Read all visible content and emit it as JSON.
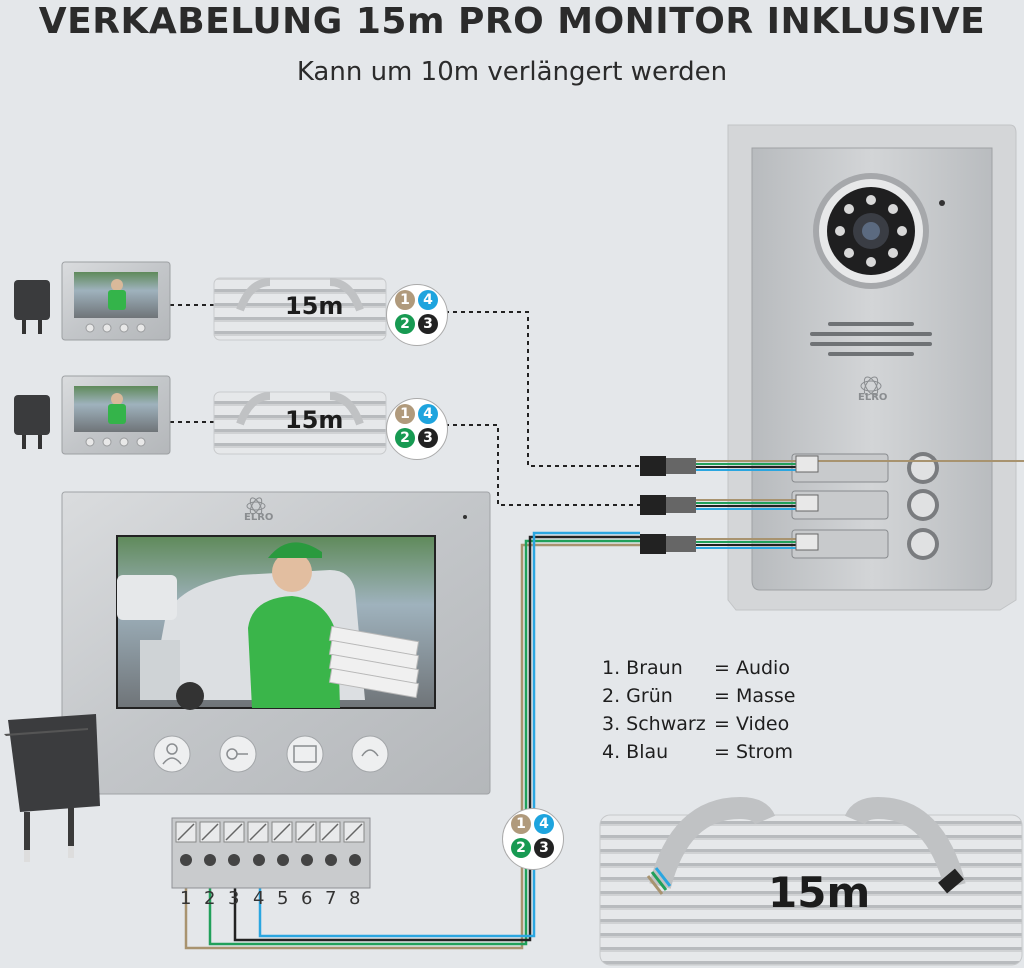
{
  "header": {
    "title": "VERKABELUNG 15m PRO MONITOR INKLUSIVE",
    "subtitle": "Kann um 10m verlängert werden"
  },
  "cables": [
    {
      "length": "15m"
    },
    {
      "length": "15m"
    },
    {
      "length": "15m"
    }
  ],
  "badges": [
    "1",
    "4",
    "2",
    "3"
  ],
  "badge_colors": {
    "1": "#b09a7c",
    "4": "#1ea4de",
    "2": "#179a52",
    "3": "#222222"
  },
  "legend": [
    {
      "number": "1. Braun",
      "function": "= Audio"
    },
    {
      "number": "2. Grün",
      "function": "= Masse"
    },
    {
      "number": "3. Schwarz",
      "function": "= Video"
    },
    {
      "number": "4. Blau",
      "function": "= Strom"
    }
  ],
  "terminal_numbers": [
    "1",
    "2",
    "3",
    "4",
    "5",
    "6",
    "7",
    "8"
  ],
  "brand": "ELRO",
  "wire_colors": {
    "brown": "#a8936f",
    "green": "#21a05a",
    "black": "#222222",
    "blue": "#2aa6e0"
  }
}
